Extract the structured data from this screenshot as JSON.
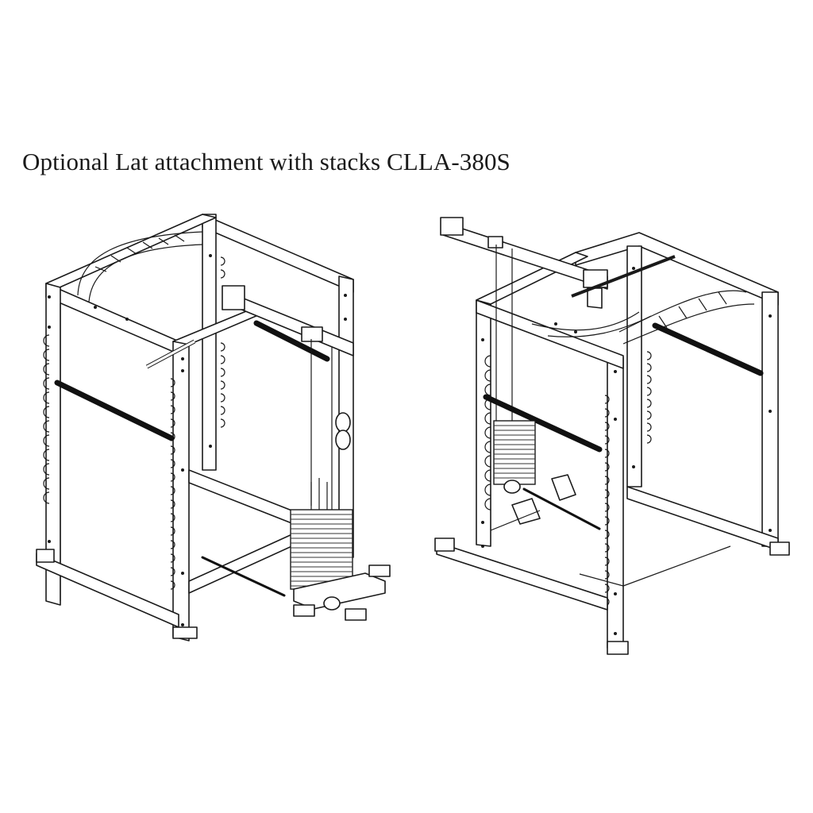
{
  "title": "Optional Lat attachment with stacks CLLA-380S",
  "figures": [
    {
      "id": "front-view",
      "label": "Power rack with lat attachment and weight stack - front isometric view"
    },
    {
      "id": "rear-view",
      "label": "Power rack with lat attachment and weight stack - rear isometric view"
    }
  ],
  "colors": {
    "background": "#ffffff",
    "line": "#1a1a1a"
  }
}
